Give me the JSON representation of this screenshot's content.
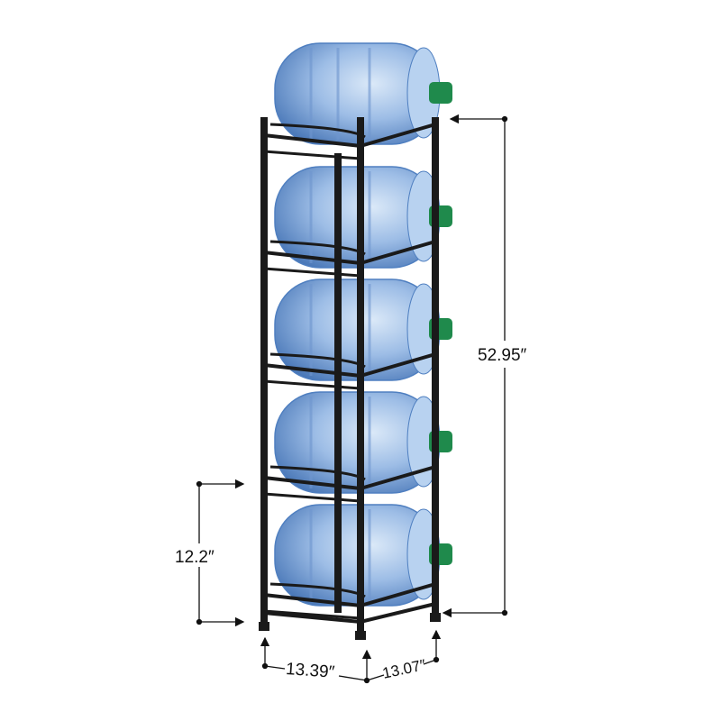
{
  "product": {
    "shelves": 5,
    "colors": {
      "frame": "#1a1a1a",
      "bottle": "#8fb4e0",
      "bottle_dark": "#4f7fc0",
      "cap": "#1f8a4c"
    }
  },
  "dimensions": {
    "height": "52.95″",
    "shelf_spacing": "12.2″",
    "width": "13.39″",
    "depth": "13.07″"
  }
}
